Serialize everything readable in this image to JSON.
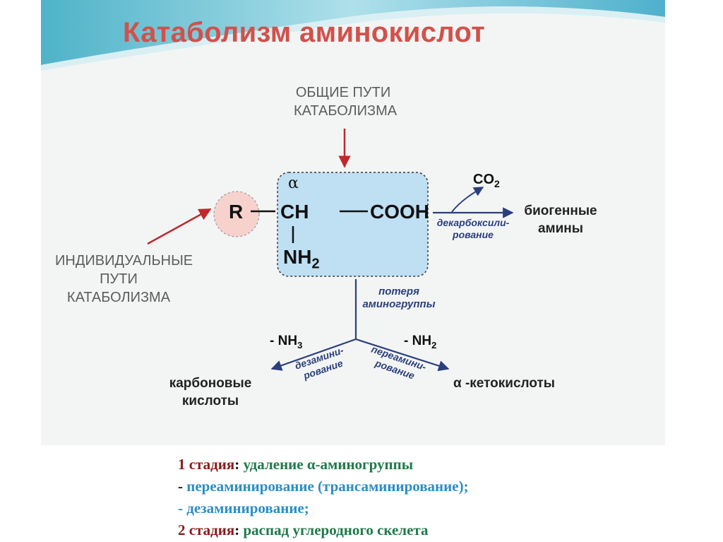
{
  "title": "Катаболизм аминокислот",
  "labels": {
    "general_paths": [
      "ОБЩИЕ ПУТИ",
      "КАТАБОЛИЗМА"
    ],
    "individual_paths": [
      "ИНДИВИДУАЛЬНЫЕ",
      "ПУТИ",
      "КАТАБОЛИЗМА"
    ],
    "biogenic_amines": [
      "биогенные",
      "амины"
    ],
    "carboxylic_acids": [
      "карбоновые",
      "кислоты"
    ],
    "keto_acids": "α -кетокислоты"
  },
  "molecule": {
    "alpha": "α",
    "r_group": "R",
    "ch": "CH",
    "cooh": "COOH",
    "nh": "NH",
    "nh_sub": "2"
  },
  "reactions": {
    "co2": "CO",
    "co2_sub": "2",
    "decarboxylation": [
      "декарбоксили-",
      "рование"
    ],
    "loss_amino": [
      "потеря",
      "аминогруппы"
    ],
    "minus_nh3": "- NH",
    "minus_nh3_sub": "3",
    "minus_nh2": "- NH",
    "minus_nh2_sub": "2",
    "deamination": [
      "дезамини-",
      "рование"
    ],
    "transamination": [
      "переамини-",
      "рование"
    ]
  },
  "notes": {
    "stage1_label": "1 стадия",
    "stage1_colon": ": ",
    "stage1_text": "удаление α-аминогруппы",
    "line2_dash": "- ",
    "line2_text": "переаминирование (трансаминирование);",
    "line3": "- дезаминирование;",
    "stage2_label": "2 стадия",
    "stage2_colon": ": ",
    "stage2_text": "распад углеродного скелета"
  },
  "colors": {
    "title": "#d2514a",
    "red_arrow": "#c0282c",
    "blue_arrow": "#2b3f7c",
    "box_fill": "#bfdff3",
    "r_circle_fill": "#f7d2cc",
    "stage_label": "#8b1a1a",
    "stage_text": "#1e7a4a",
    "sub_text": "#2a8ec6"
  }
}
